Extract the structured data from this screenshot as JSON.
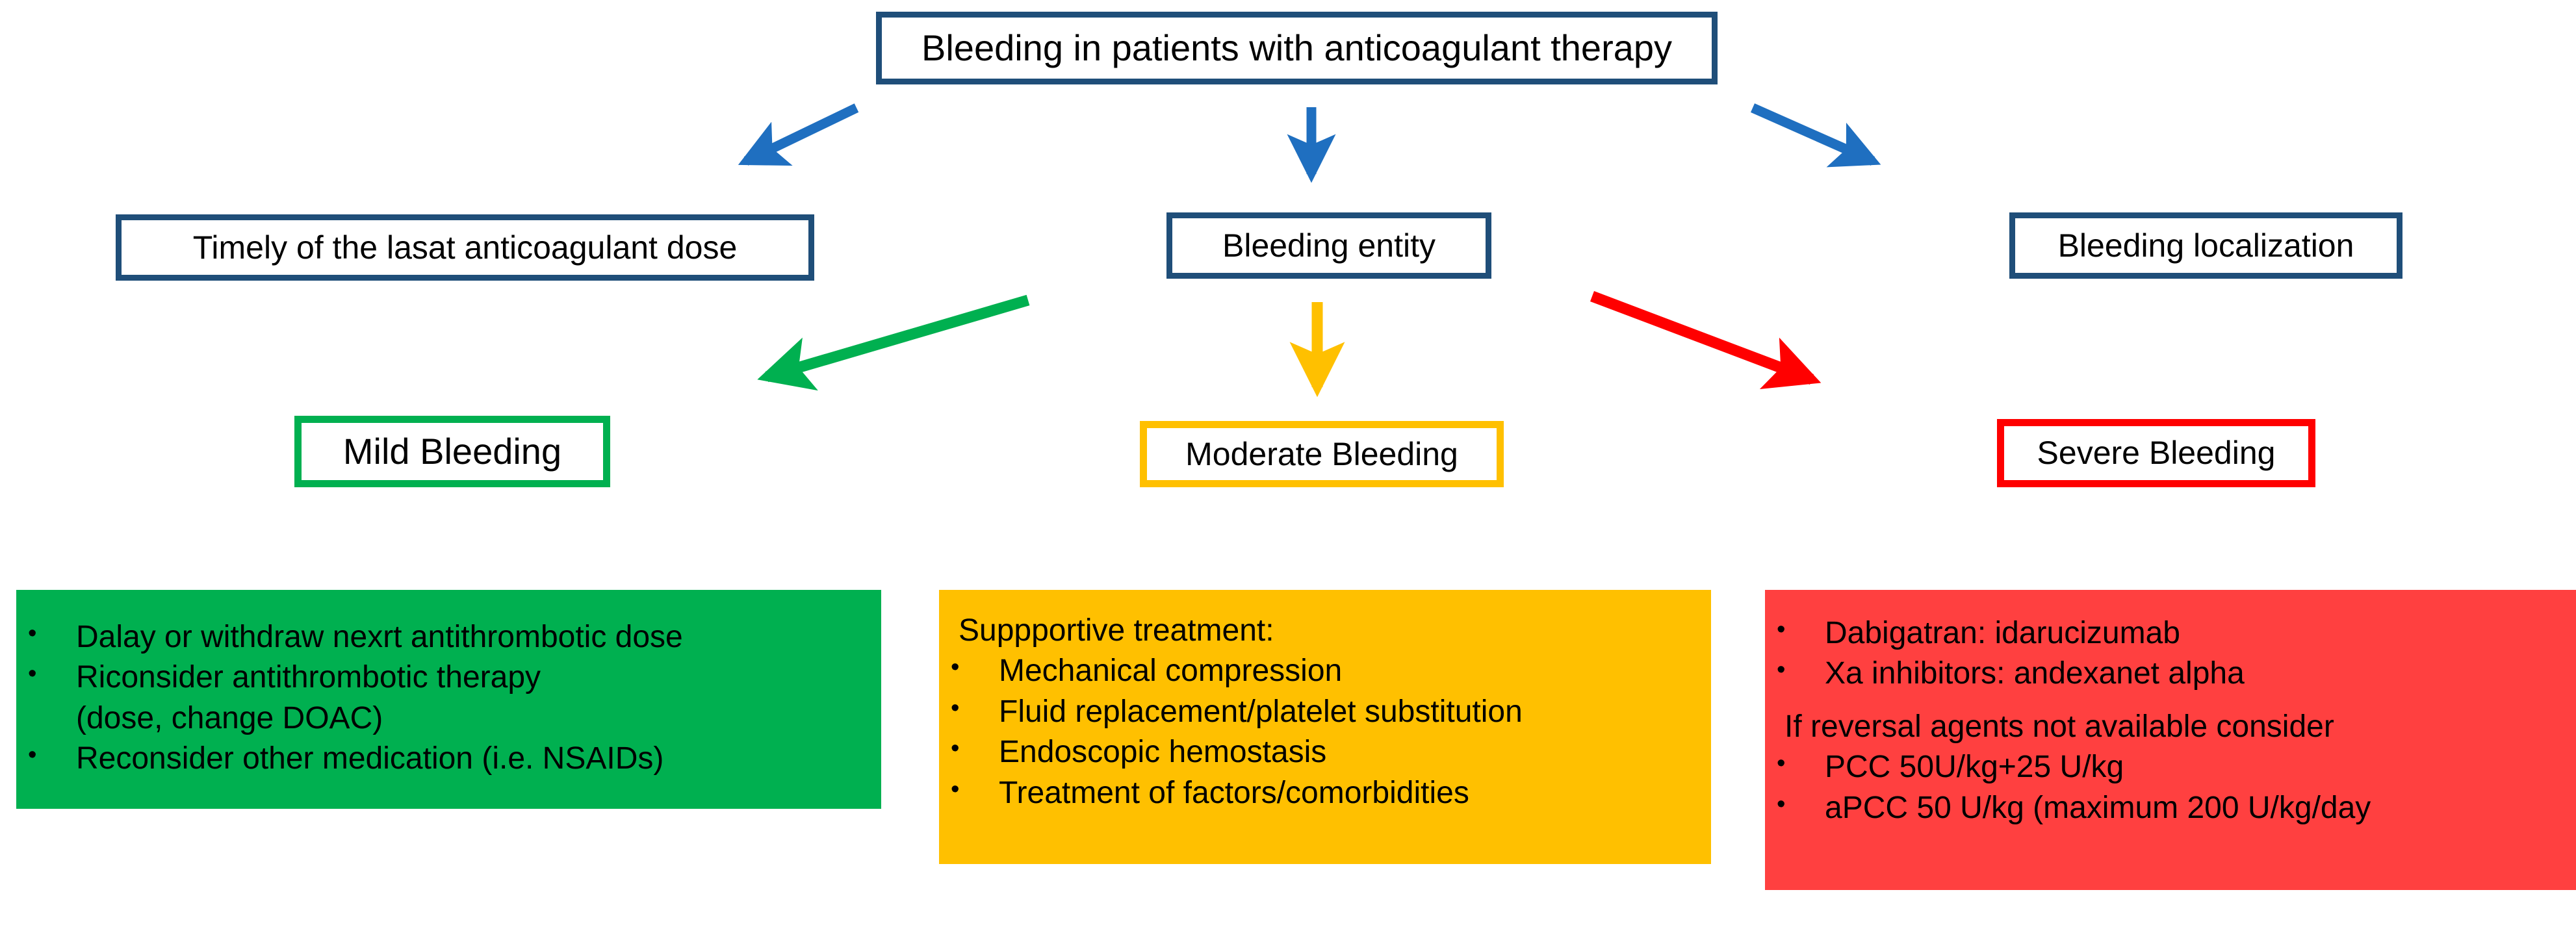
{
  "diagram": {
    "title_box": {
      "label": "Bleeding in patients with anticoagulant therapy"
    },
    "assessment_boxes": [
      {
        "label": "Timely of the lasat anticoagulant dose"
      },
      {
        "label": "Bleeding entity"
      },
      {
        "label": "Bleeding localization"
      }
    ],
    "severity_boxes": [
      {
        "label": "Mild Bleeding"
      },
      {
        "label": "Moderate Bleeding"
      },
      {
        "label": "Severe Bleeding"
      }
    ],
    "panels": {
      "mild": {
        "lines": [
          "Dalay or withdraw nexrt antithrombotic dose",
          "Riconsider antithrombotic therapy",
          "(dose, change DOAC)",
          "Reconsider other medication (i.e. NSAIDs)"
        ]
      },
      "moderate": {
        "heading": "Suppportive treatment:",
        "lines": [
          "Mechanical compression",
          "Fluid replacement/platelet substitution",
          "Endoscopic hemostasis",
          "Treatment of factors/comorbidities"
        ]
      },
      "severe": {
        "lines_top": [
          "Dabigatran: idarucizumab",
          "Xa inhibitors: andexanet alpha"
        ],
        "heading": "If reversal agents not available consider",
        "lines_bottom": [
          "PCC 50U/kg+25 U/kg",
          "aPCC  50 U/kg (maximum 200 U/kg/day"
        ]
      }
    },
    "colors": {
      "blue_border": "#1F4E79",
      "blue_arrow": "#1F6FC0",
      "green": "#00B050",
      "yellow": "#FFC000",
      "red_border": "#FF0000",
      "red_fill": "#FF4040",
      "text": "#000000",
      "background": "#FFFFFF"
    },
    "arrows": [
      {
        "name": "title-to-timing",
        "color": "#1F6FC0"
      },
      {
        "name": "title-to-entity",
        "color": "#1F6FC0"
      },
      {
        "name": "title-to-localization",
        "color": "#1F6FC0"
      },
      {
        "name": "entity-to-mild",
        "color": "#00B050"
      },
      {
        "name": "entity-to-moderate",
        "color": "#FFC000"
      },
      {
        "name": "entity-to-severe",
        "color": "#FF0000"
      }
    ]
  }
}
